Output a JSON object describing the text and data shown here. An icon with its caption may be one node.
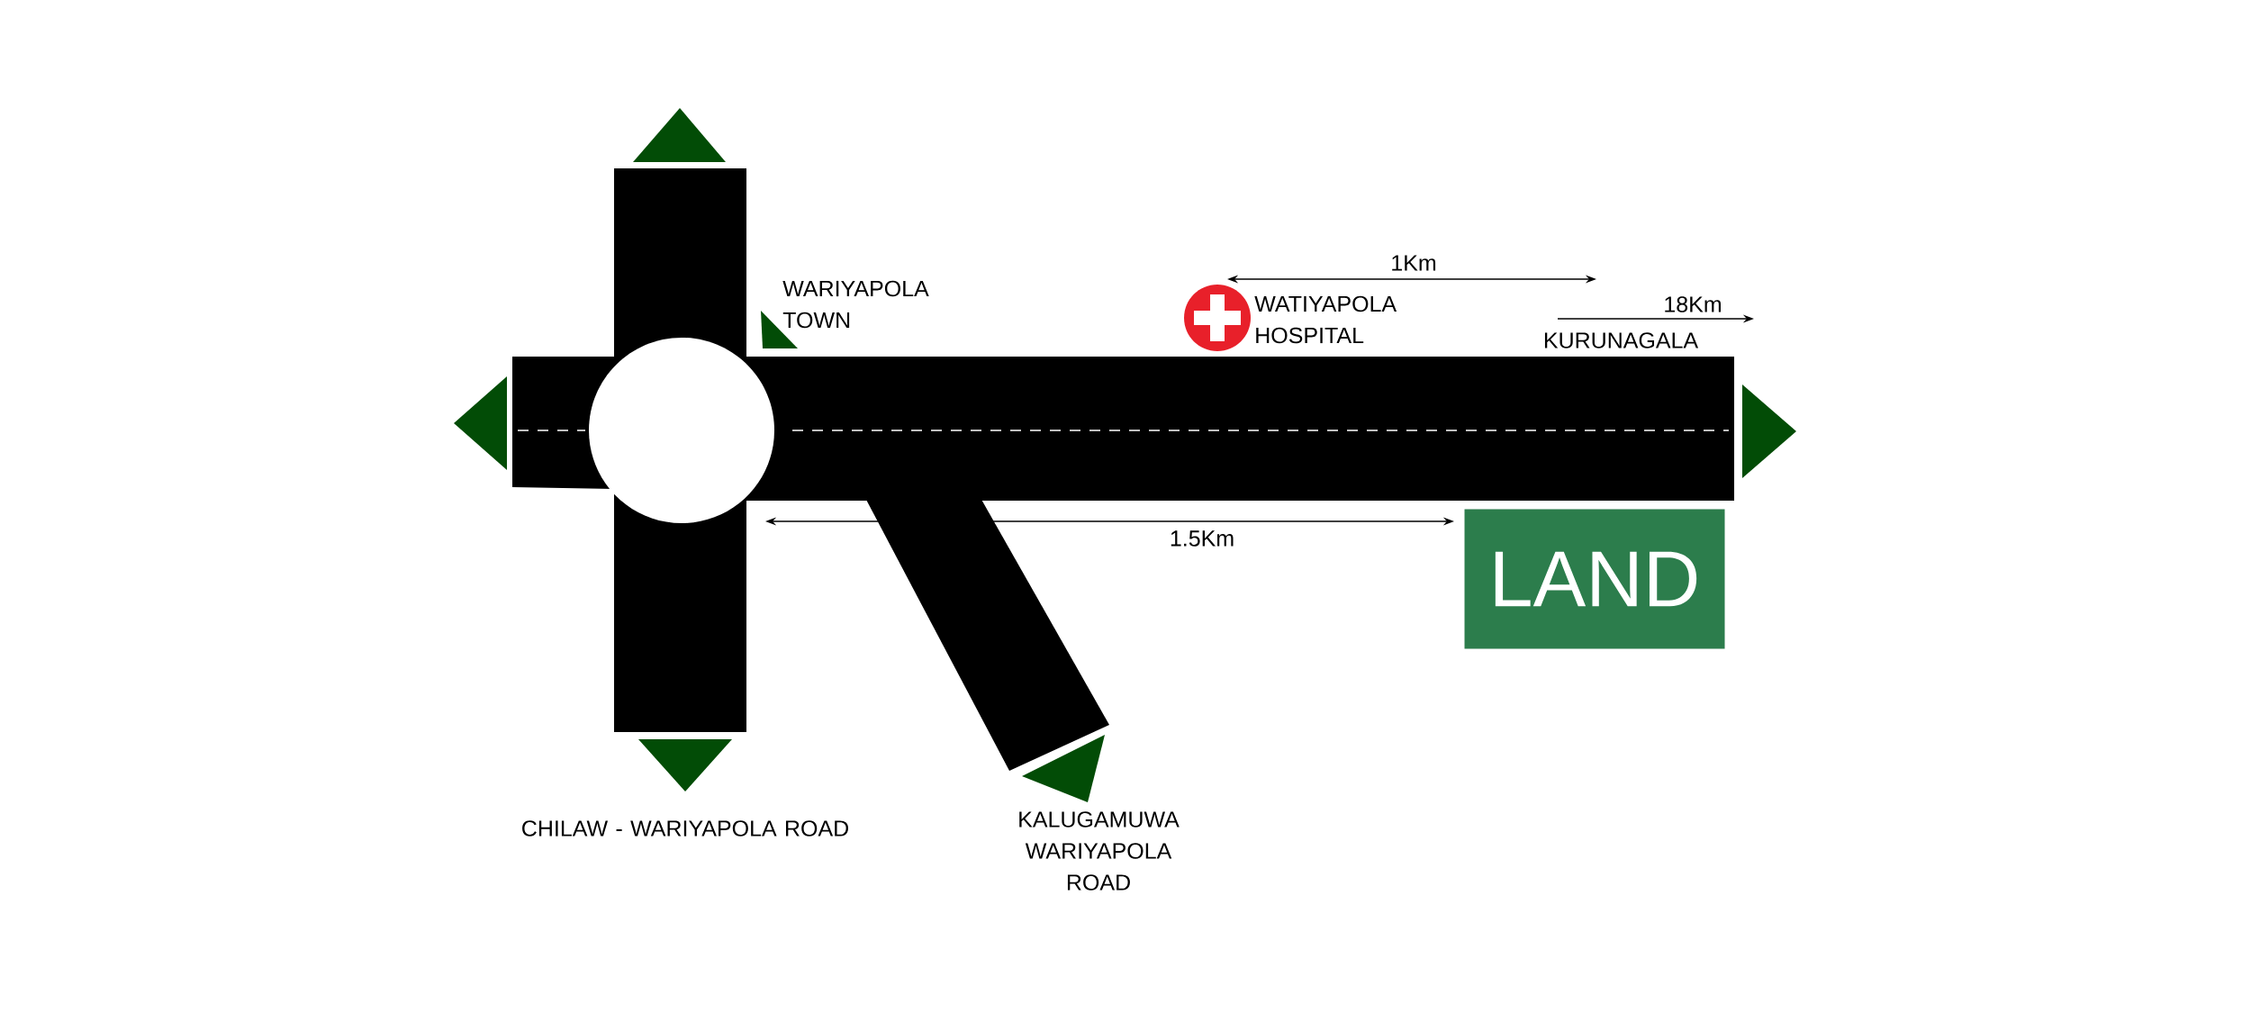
{
  "diagram": {
    "nodes": [
      {
        "text": [
          "LAND"
        ]
      }
    ],
    "labels": [
      "1Km",
      "WARIYAPOLA TOWN",
      "WATIYAPOLA HOSPITAL",
      "18Km",
      "KURUNAGALA",
      "1.5Km",
      "CHILAW - WARIYAPOLA ROAD",
      "KALUGAMUWA WARIYAPOLA ROAD"
    ]
  }
}
